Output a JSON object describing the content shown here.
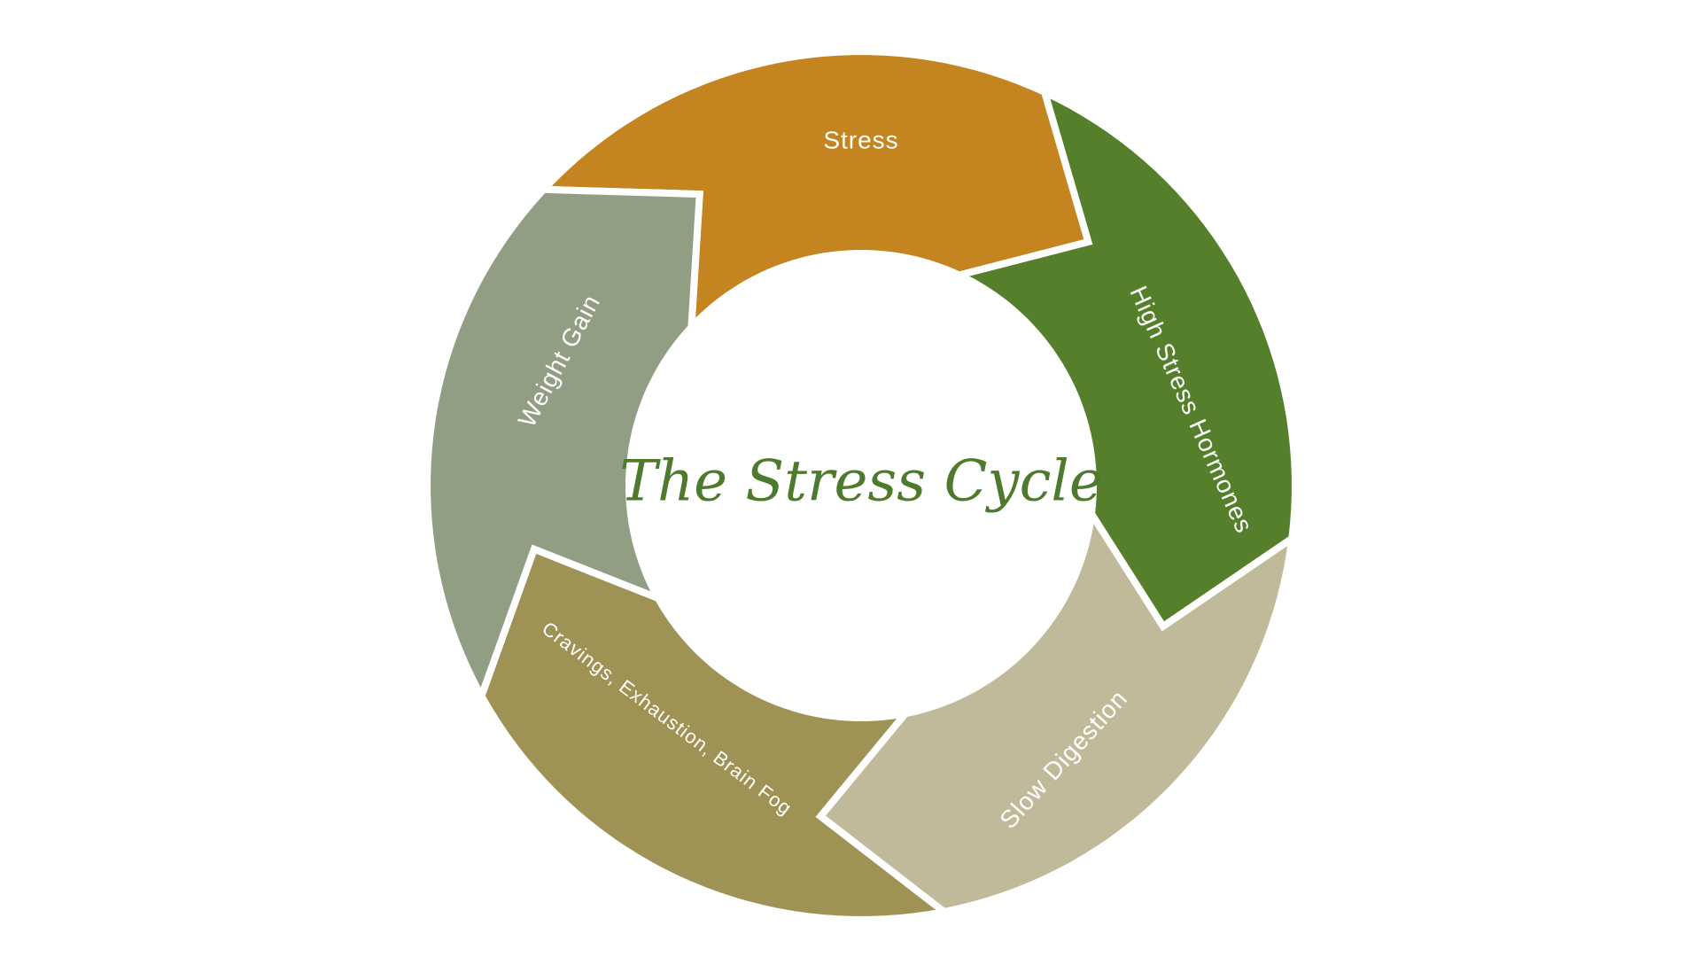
{
  "title": "The Stress Cycle",
  "title_color": "#4E7A2E",
  "stages": [
    {
      "label": "Stress",
      "color": "#C4841F"
    },
    {
      "label": "High Stress Hormones",
      "color": "#557F2B"
    },
    {
      "label": "Slow Digestion",
      "color": "#C1BA9A"
    },
    {
      "label": "Cravings, Exhaustion, Brain Fog",
      "color": "#9E9254"
    },
    {
      "label": "Weight Gain",
      "color": "#929E84"
    }
  ]
}
